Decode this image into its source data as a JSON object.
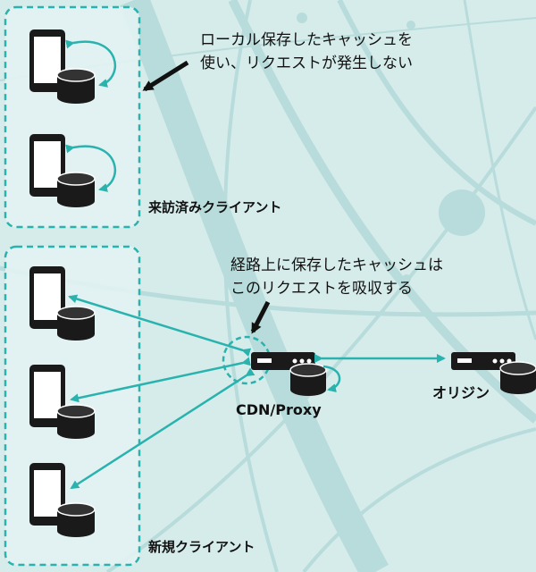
{
  "groups": {
    "visited": {
      "label": "来訪済みクライアント"
    },
    "new": {
      "label": "新規クライアント"
    }
  },
  "notes": {
    "local_cache": {
      "line1": "ローカル保存したキャッシュを",
      "line2": "使い、リクエストが発生しない"
    },
    "path_cache": {
      "line1": "経路上に保存したキャッシュは",
      "line2": "このリクエストを吸収する"
    }
  },
  "nodes": {
    "cdn": {
      "label": "CDN/Proxy"
    },
    "origin": {
      "label": "オリジン"
    }
  },
  "colors": {
    "background": "#d6eceb",
    "accent": "#2ab3ae",
    "device": "#1a1a1a",
    "group_fill": "#e4f3f3"
  }
}
